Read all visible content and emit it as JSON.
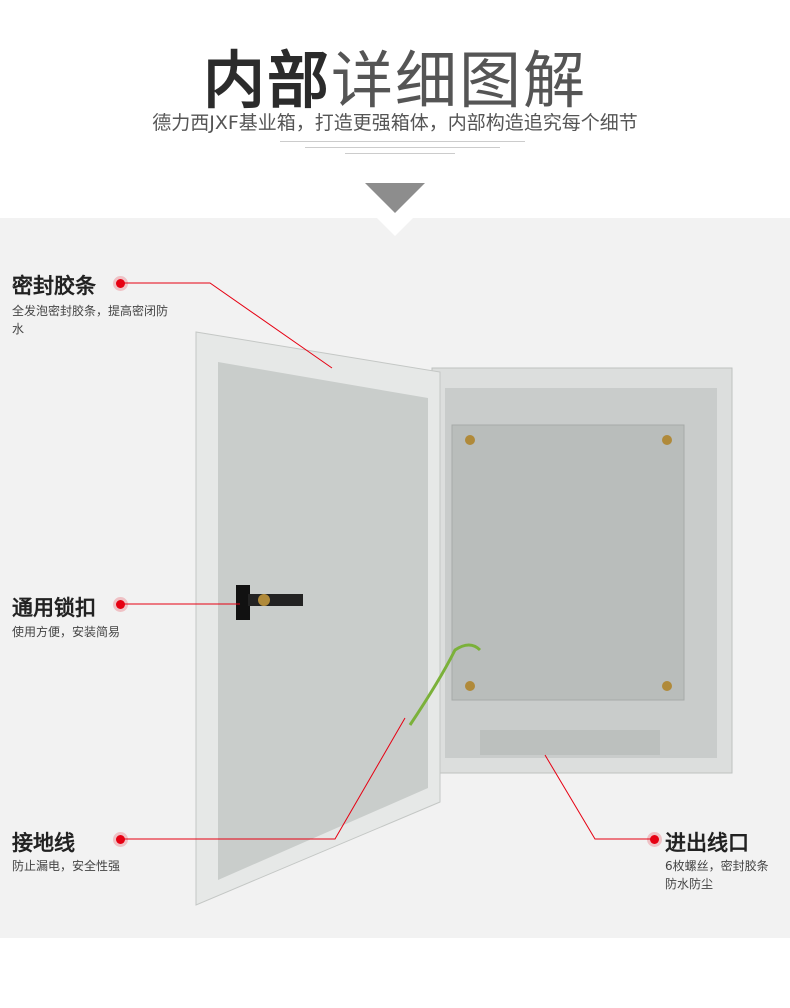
{
  "header": {
    "title_bold": "内部",
    "title_light": "详细图解",
    "subtitle": "德力西JXF基业箱，打造更强箱体，内部构造追究每个细节"
  },
  "callouts": [
    {
      "label": "密封胶条",
      "desc": "全发泡密封胶条，提高密闭防水"
    },
    {
      "label": "通用锁扣",
      "desc": "使用方便，安装简易"
    },
    {
      "label": "接地线",
      "desc": "防止漏电，安全性强"
    },
    {
      "label": "进出线口",
      "desc": "6枚螺丝，密封胶条防水防尘"
    }
  ],
  "colors": {
    "accent": "#e60012",
    "band": "#f2f2f2"
  }
}
